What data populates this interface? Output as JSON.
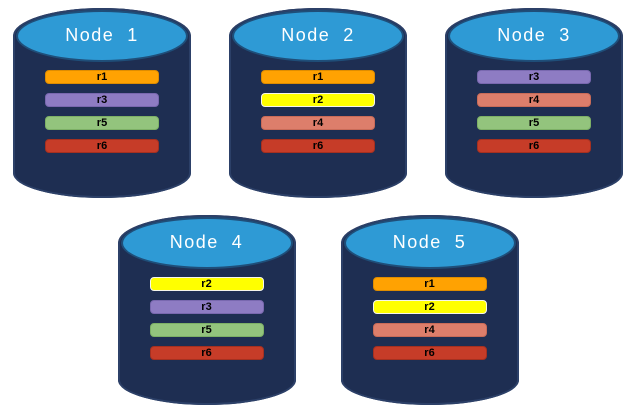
{
  "diagram": {
    "background": "#FFFFFF",
    "label_color": "#000000",
    "title_color": "#FFFFFF",
    "cylinder": {
      "body_color": "#1E2E52",
      "body_edge_color": "#2C4068",
      "top_fill_color": "#2E9AD5",
      "top_border_color": "#1F4E79"
    },
    "replica_styles": {
      "r1": {
        "fill": "#FFA202",
        "border": "#DE8C00"
      },
      "r2": {
        "fill": "#FFFF00",
        "border": "#F5F5EB"
      },
      "r3": {
        "fill": "#8E7CC3",
        "border": "#7968AF"
      },
      "r4": {
        "fill": "#DD7E6B",
        "border": "#C96B58"
      },
      "r5": {
        "fill": "#93C47D",
        "border": "#7DB066"
      },
      "r6": {
        "fill": "#C63C28",
        "border": "#A53020"
      }
    },
    "rows": [
      {
        "nodes": [
          {
            "title": "Node  1",
            "replicas": [
              "r1",
              "r3",
              "r5",
              "r6"
            ]
          },
          {
            "title": "Node  2",
            "replicas": [
              "r1",
              "r2",
              "r4",
              "r6"
            ]
          },
          {
            "title": "Node  3",
            "replicas": [
              "r3",
              "r4",
              "r5",
              "r6"
            ]
          }
        ]
      },
      {
        "nodes": [
          {
            "title": "Node  4",
            "replicas": [
              "r2",
              "r3",
              "r5",
              "r6"
            ]
          },
          {
            "title": "Node  5",
            "replicas": [
              "r1",
              "r2",
              "r4",
              "r6"
            ]
          }
        ]
      }
    ]
  }
}
